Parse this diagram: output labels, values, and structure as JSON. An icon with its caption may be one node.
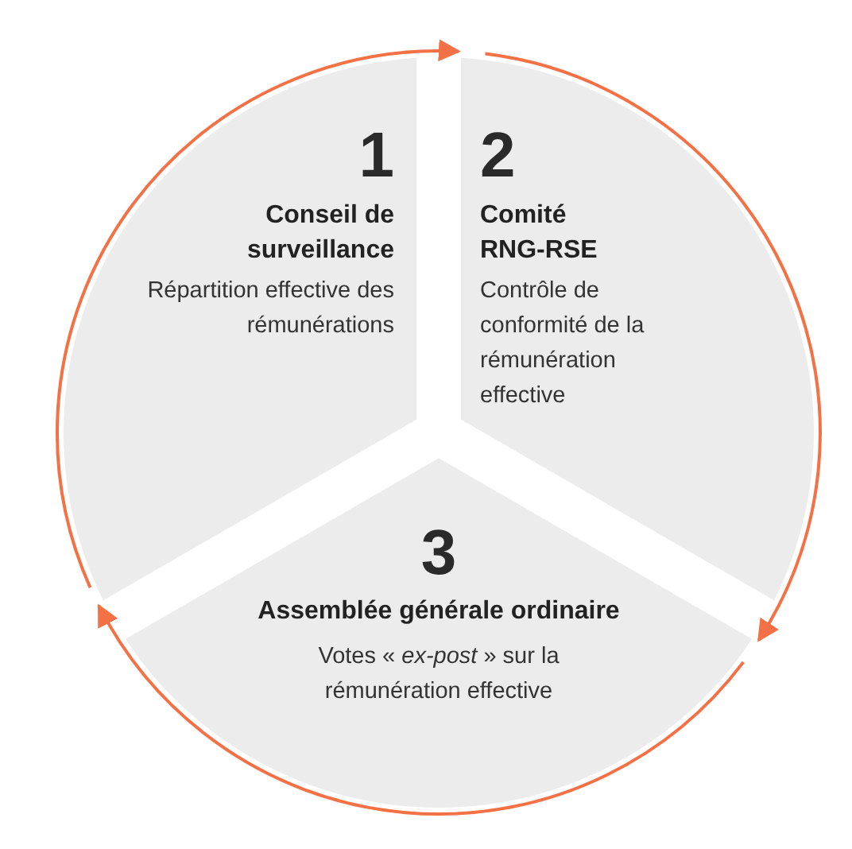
{
  "diagram": {
    "nodes": [
      {
        "text": [
          "1",
          "Conseil de surveillance",
          "Répartition effective des rémunérations"
        ]
      },
      {
        "text": [
          "2",
          "Comité RNG-RSE",
          "Contrôle de conformité de la rémunération effective"
        ]
      },
      {
        "text": [
          "3",
          "Assemblée générale ordinaire",
          "Votes « *ex-post* » sur la rémunération effective"
        ]
      }
    ],
    "edges": [
      {
        "from": 0,
        "to": 1,
        "arrow": "to"
      },
      {
        "from": 1,
        "to": 2,
        "arrow": "to"
      },
      {
        "from": 2,
        "to": 0,
        "arrow": "to"
      }
    ]
  }
}
